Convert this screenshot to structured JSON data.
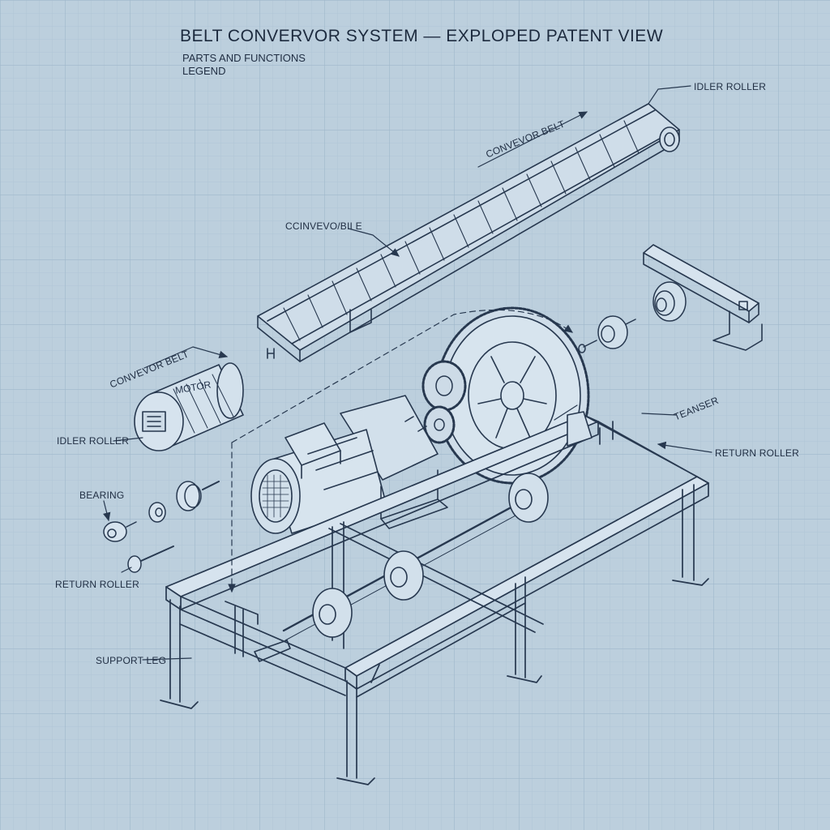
{
  "title": "BELT CONVERVOR SYSTEM — EXPLOPED PATENT VIEW",
  "legend": {
    "heading": "PARTS AND FUNCTIONS",
    "subheading": "LEGEND"
  },
  "labels": {
    "idler_roller_top": "IDLER ROLLER",
    "conveyor_belt_top": "CONVEVOR BELT",
    "conveyor_belt_mid": "CCINVEVO/BII E",
    "conveyor_belt_left": "CONVEVOR BELT",
    "motor": "MOTOR",
    "idler_roller_left": "IDLER ROLLER",
    "bearing": "BEARING",
    "return_roller_left": "RETURN ROLLER",
    "support_leg": "SUPPORT LEG",
    "tensioner": "TEANSER",
    "return_roller_right": "RETURN ROLLER"
  },
  "colors": {
    "background": "#bccfdd",
    "grid": "#a9c0d2",
    "ink": "#27384f"
  }
}
